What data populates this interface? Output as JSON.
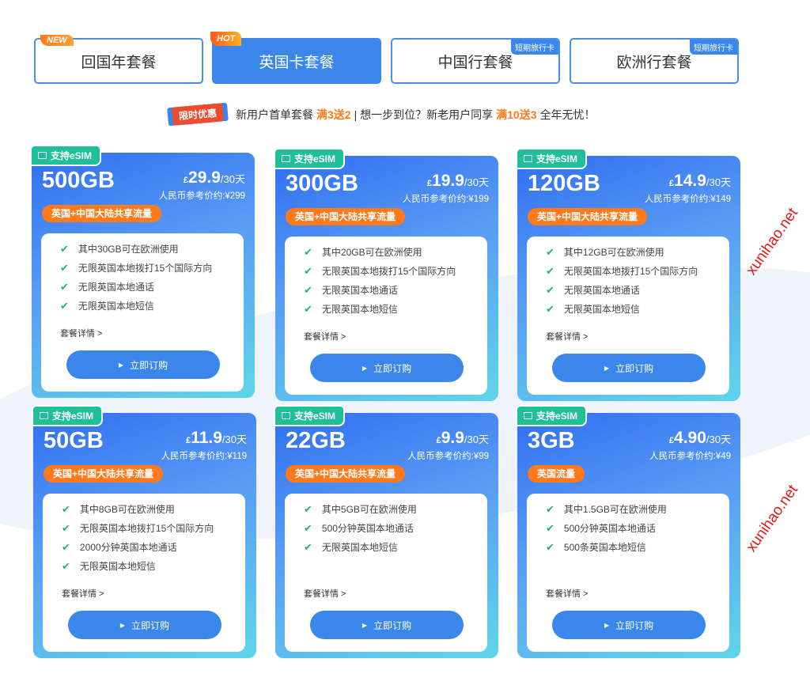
{
  "tabs": [
    {
      "label": "回国年套餐",
      "badge": "NEW",
      "tag": ""
    },
    {
      "label": "英国卡套餐",
      "badge": "HOT",
      "tag": ""
    },
    {
      "label": "中国行套餐",
      "badge": "",
      "tag": "短期旅行卡"
    },
    {
      "label": "欧洲行套餐",
      "badge": "",
      "tag": "短期旅行卡"
    }
  ],
  "promo": {
    "badge": "限时优惠",
    "text1": "新用户首单套餐",
    "hl1": "满3送2",
    "text2": "| 想一步到位？新老用户同享",
    "hl2": "满10送3",
    "text3": "全年无忧！"
  },
  "common": {
    "esim": "支持eSIM",
    "currency": "£",
    "period": "/30天",
    "details": "套餐详情 >",
    "buy": "立即订购"
  },
  "plans": [
    {
      "gb": "500GB",
      "price": "29.9",
      "ref": "人民币参考价约:¥299",
      "share": "英国+中国大陆共享流量",
      "features": [
        "其中30GB可在欧洲使用",
        "无限英国本地拨打15个国际方向",
        "无限英国本地通话",
        "无限英国本地短信"
      ]
    },
    {
      "gb": "300GB",
      "price": "19.9",
      "ref": "人民币参考价约:¥199",
      "share": "英国+中国大陆共享流量",
      "features": [
        "其中20GB可在欧洲使用",
        "无限英国本地拨打15个国际方向",
        "无限英国本地通话",
        "无限英国本地短信"
      ]
    },
    {
      "gb": "120GB",
      "price": "14.9",
      "ref": "人民币参考价约:¥149",
      "share": "英国+中国大陆共享流量",
      "features": [
        "其中12GB可在欧洲使用",
        "无限英国本地拨打15个国际方向",
        "无限英国本地通话",
        "无限英国本地短信"
      ]
    },
    {
      "gb": "50GB",
      "price": "11.9",
      "ref": "人民币参考价约:¥119",
      "share": "英国+中国大陆共享流量",
      "features": [
        "其中8GB可在欧洲使用",
        "无限英国本地拨打15个国际方向",
        "2000分钟英国本地通话",
        "无限英国本地短信"
      ]
    },
    {
      "gb": "22GB",
      "price": "9.9",
      "ref": "人民币参考价约:¥99",
      "share": "英国+中国大陆共享流量",
      "features": [
        "其中5GB可在欧洲使用",
        "500分钟英国本地通话",
        "无限英国本地短信"
      ]
    },
    {
      "gb": "3GB",
      "price": "4.90",
      "ref": "人民币参考价约:¥49",
      "share": "英国流量",
      "features": [
        "其中1.5GB可在欧洲使用",
        "500分钟英国本地通话",
        "500条英国本地短信"
      ]
    }
  ],
  "watermark": "xunihao.net"
}
